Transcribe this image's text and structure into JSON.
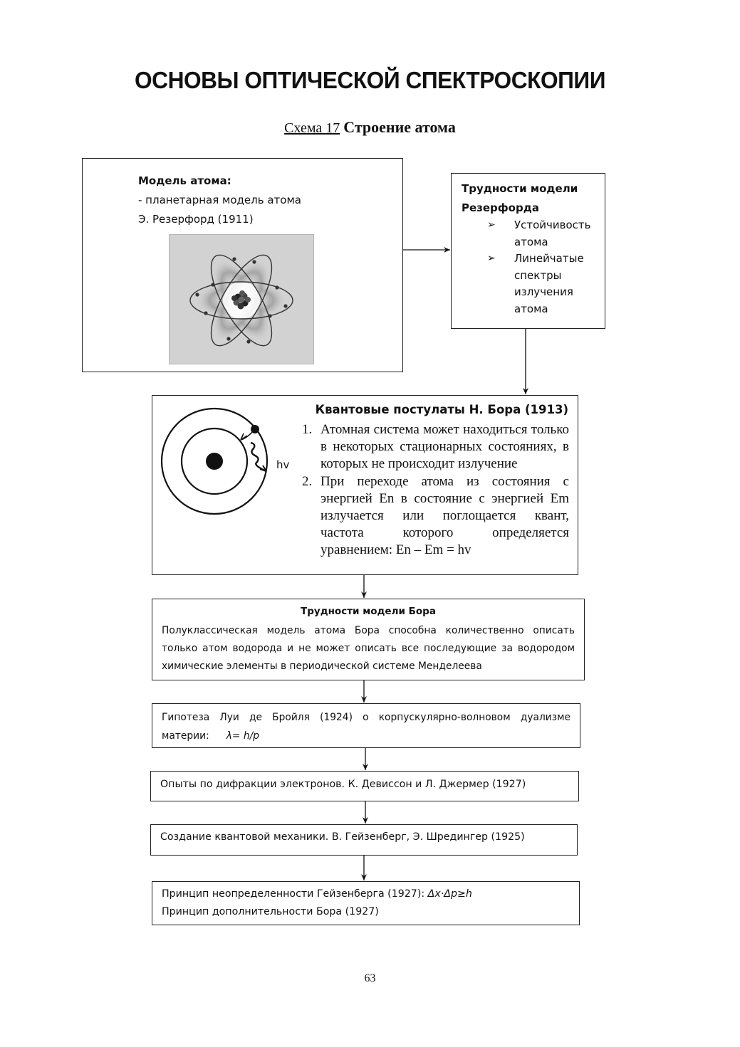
{
  "header": {
    "title": "ОСНОВЫ ОПТИЧЕСКОЙ СПЕКТРОСКОПИИ",
    "scheme_number": "Схема 17",
    "scheme_name": "Строение атома"
  },
  "atom_model": {
    "heading": "Модель атома:",
    "line1": "- планетарная модель атома",
    "line2": "Э. Резерфорд (1911)"
  },
  "rutherford_difficulties": {
    "title_line1": "Трудности модели",
    "title_line2": "Резерфорда",
    "bullet_marker": "➢",
    "items": [
      "Устойчивость атома",
      "Линейчатые спектры излучения атома"
    ]
  },
  "bohr_postulates": {
    "title": "Квантовые постулаты Н. Бора (1913)",
    "hv_label": "hv",
    "items": [
      {
        "num": "1.",
        "text": "Атомная система может находиться только в некоторых стационарных состояниях, в которых не происходит излучение"
      },
      {
        "num": "2.",
        "text": "При переходе атома из состояния с энергией En в состояние с энергией Em излучается или поглощается квант, частота которого определяется уравнением: En – Em = hv"
      }
    ]
  },
  "bohr_difficulties": {
    "title": "Трудности модели Бора",
    "text": "Полуклассическая модель атома Бора способна количественно описать только атом водорода и не может описать все последующие за водородом химические элементы в периодической системе Менделеева"
  },
  "de_broglie": {
    "text": "Гипотеза Луи де Бройля (1924) о корпускулярно-волновом дуализме материи:",
    "formula": "λ= h/p"
  },
  "diffraction": {
    "text": "Опыты по дифракции электронов. К. Девиссон и Л. Джермер (1927)"
  },
  "quantum_mechanics": {
    "text": "Создание квантовой механики. В. Гейзенберг, Э. Шредингер (1925)"
  },
  "principles": {
    "line1": "Принцип неопределенности Гейзенберга (1927): ",
    "line1_formula": "Δx·Δp≥h",
    "line2": "Принцип дополнительности Бора (1927)"
  },
  "footer": {
    "page_number": "63"
  }
}
